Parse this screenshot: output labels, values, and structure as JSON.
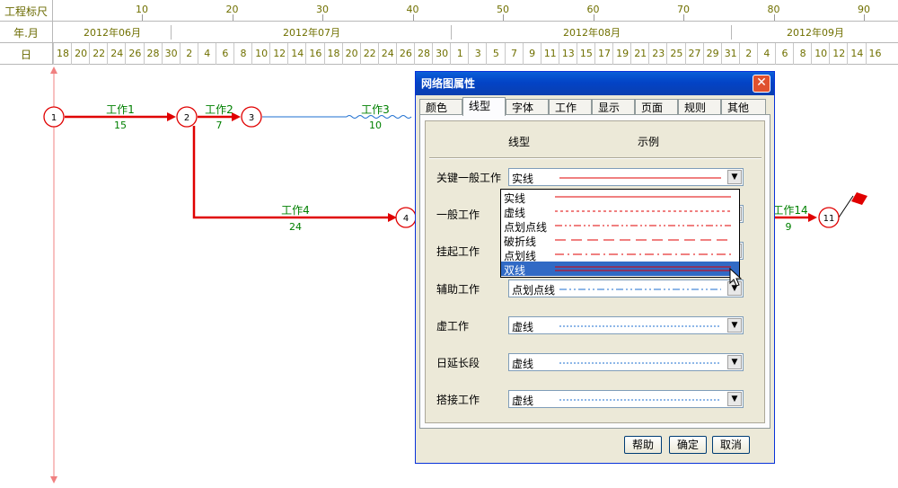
{
  "ruler": {
    "labels": {
      "scale": "工程标尺",
      "month": "年.月",
      "day": "日"
    },
    "scale_ticks": [
      "10",
      "20",
      "30",
      "40",
      "50",
      "60",
      "70",
      "80",
      "90"
    ],
    "months": [
      "2012年06月",
      "2012年07月",
      "2012年08月",
      "2012年09月"
    ],
    "days": [
      "18",
      "20",
      "22",
      "24",
      "26",
      "28",
      "30",
      "2",
      "4",
      "6",
      "8",
      "10",
      "12",
      "14",
      "16",
      "18",
      "20",
      "22",
      "24",
      "26",
      "28",
      "30",
      "1",
      "3",
      "5",
      "7",
      "9",
      "11",
      "13",
      "15",
      "17",
      "19",
      "21",
      "23",
      "25",
      "27",
      "29",
      "31",
      "2",
      "4",
      "6",
      "8",
      "10",
      "12",
      "14",
      "16"
    ]
  },
  "network": {
    "nodes": [
      "1",
      "2",
      "3",
      "4",
      "11"
    ],
    "tasks": [
      {
        "name": "工作1",
        "duration": "15"
      },
      {
        "name": "工作2",
        "duration": "7"
      },
      {
        "name": "工作3",
        "duration": "10"
      },
      {
        "name": "工作4",
        "duration": "24"
      },
      {
        "name": "工作14",
        "duration": "9"
      }
    ]
  },
  "dialog": {
    "title": "网络图属性",
    "close": "✕",
    "tabs": [
      "颜色",
      "线型",
      "字体",
      "工作",
      "显示",
      "页面",
      "规则",
      "其他"
    ],
    "active_tab": "线型",
    "headers": {
      "type": "线型",
      "example": "示例"
    },
    "rows": [
      {
        "label": "关键一般工作",
        "value": "实线"
      },
      {
        "label": "一般工作",
        "value": ""
      },
      {
        "label": "挂起工作",
        "value": ""
      },
      {
        "label": "辅助工作",
        "value": "点划点线"
      },
      {
        "label": "虚工作",
        "value": "虚线"
      },
      {
        "label": "日延长段",
        "value": "虚线"
      },
      {
        "label": "搭接工作",
        "value": "虚线"
      }
    ],
    "dropdown_options": [
      "实线",
      "虚线",
      "点划点线",
      "破折线",
      "点划线",
      "双线"
    ],
    "dropdown_selected": "双线",
    "buttons": {
      "help": "帮助",
      "ok": "确定",
      "cancel": "取消"
    }
  },
  "colors": {
    "critical": "#e00000",
    "normal": "#1e6fd0",
    "label_text": "#008000",
    "selection": "#316ac5"
  }
}
